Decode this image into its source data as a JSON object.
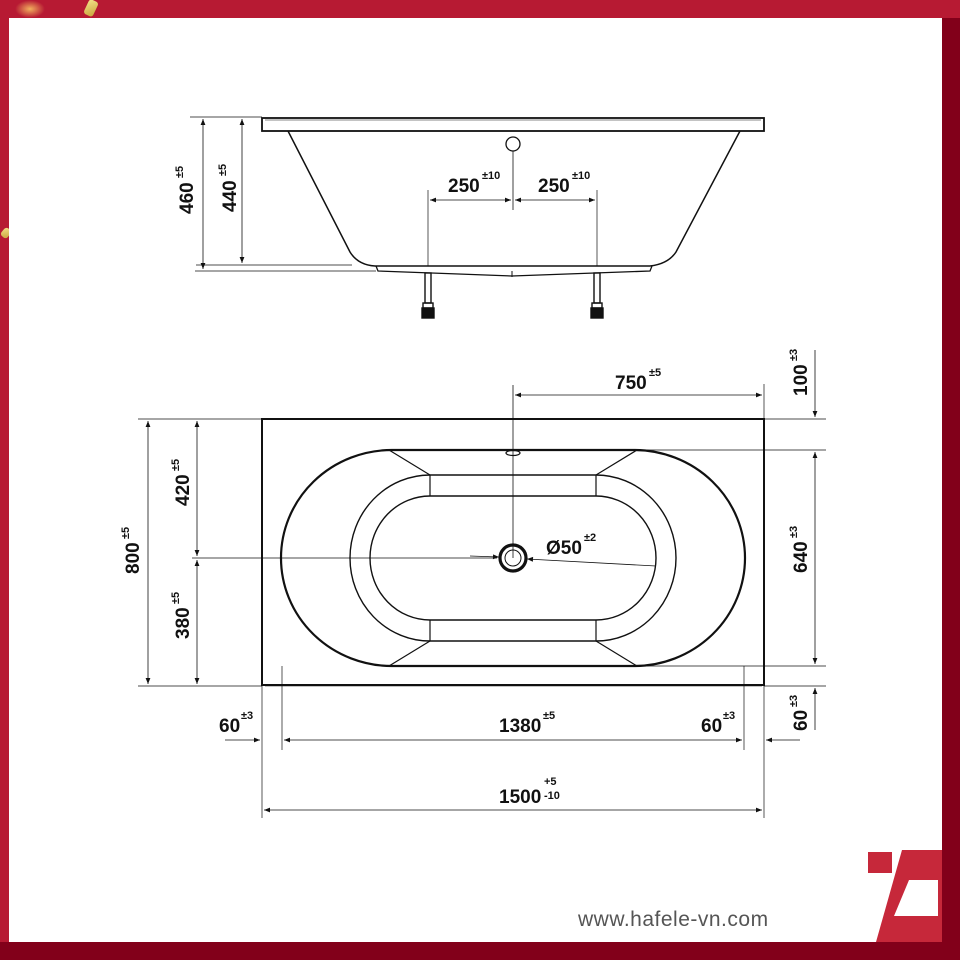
{
  "page": {
    "frame_color": "#b71a33",
    "frame_bottom_color": "#82001a",
    "sheet_color": "#ffffff"
  },
  "side_view": {
    "label": "side-elevation",
    "dims": {
      "total_height": {
        "value": "460",
        "tol": "±5"
      },
      "inner_height": {
        "value": "440",
        "tol": "±5"
      },
      "leg_left": {
        "value": "250",
        "tol": "±10"
      },
      "leg_right": {
        "value": "250",
        "tol": "±10"
      }
    }
  },
  "top_view": {
    "label": "plan-view",
    "dims": {
      "drain_offset": {
        "value": "750",
        "tol": "±5"
      },
      "rim_top": {
        "value": "100",
        "tol": "±3"
      },
      "inner_width": {
        "value": "640",
        "tol": "±3"
      },
      "rim_bottom": {
        "value": "60",
        "tol": "±3"
      },
      "total_width": {
        "value": "800",
        "tol": "±5"
      },
      "upper_half": {
        "value": "420",
        "tol": "±5"
      },
      "lower_half": {
        "value": "380",
        "tol": "±5"
      },
      "drain_diameter": {
        "value": "Ø50",
        "tol": "±2"
      },
      "rim_left": {
        "value": "60",
        "tol": "±3"
      },
      "inner_length": {
        "value": "1380",
        "tol": "±5"
      },
      "rim_right": {
        "value": "60",
        "tol": "±3"
      },
      "total_length": {
        "value": "1500",
        "tol_plus": "+5",
        "tol_minus": "-10"
      }
    }
  },
  "footer": {
    "website": "www.hafele-vn.com",
    "logo_color": "#c6283a"
  }
}
